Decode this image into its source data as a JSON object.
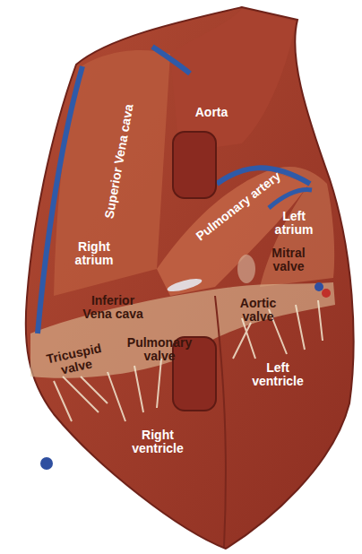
{
  "diagram": {
    "labels": [
      "Aorta",
      "Superior Vena cava",
      "Pulmonary artery",
      "Left atrium",
      "Right atrium",
      "Mitral valve",
      "Inferior Vena cava",
      "Aortic valve",
      "Tricuspid valve",
      "Pulmonary valve",
      "Left ventricle",
      "Right ventricle"
    ]
  }
}
